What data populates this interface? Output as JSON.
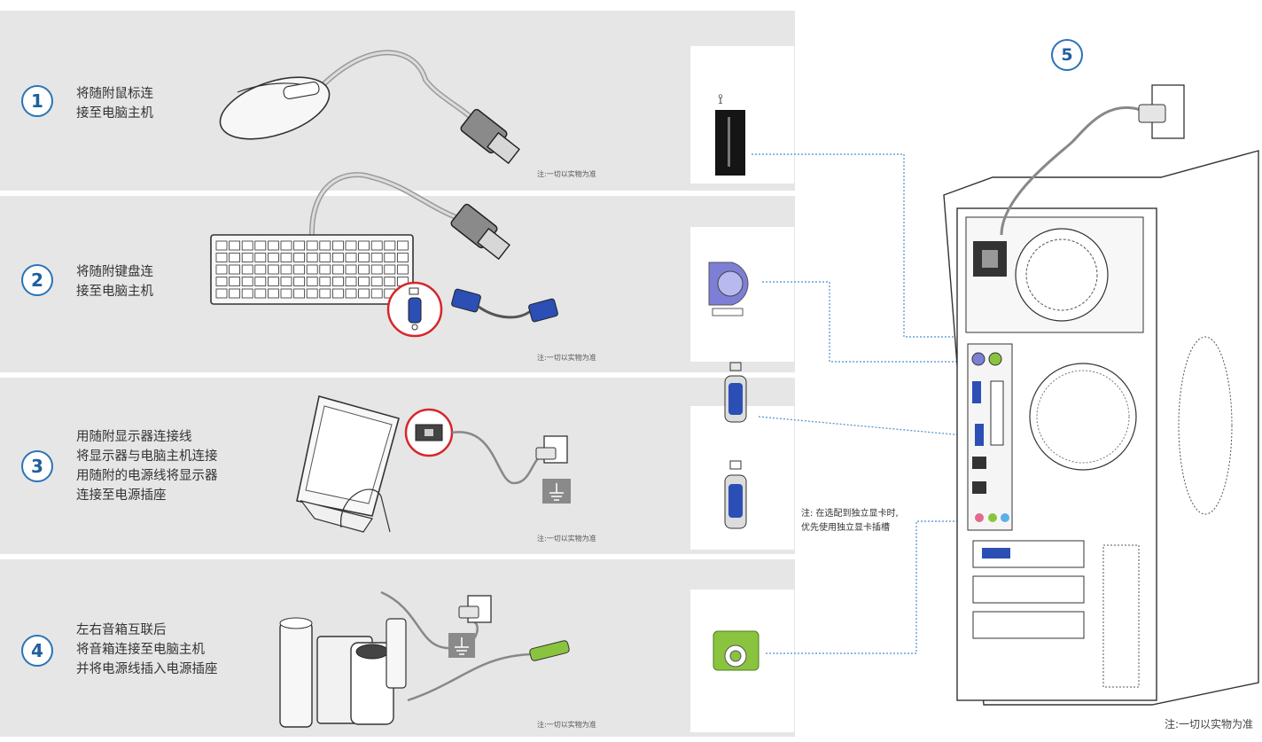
{
  "steps": [
    {
      "number": "1",
      "lines": [
        "将随附鼠标连",
        "接至电脑主机"
      ],
      "note": "注:一切以实物为准"
    },
    {
      "number": "2",
      "lines": [
        "将随附键盘连",
        "接至电脑主机"
      ],
      "note": "注:一切以实物为准"
    },
    {
      "number": "3",
      "lines": [
        "用随附显示器连接线",
        "将显示器与电脑主机连接",
        "用随附的电源线将显示器",
        "连接至电源插座"
      ],
      "note": "注:一切以实物为准"
    },
    {
      "number": "4",
      "lines": [
        "左右音箱互联后",
        "将音箱连接至电脑主机",
        "并将电源线插入电源插座"
      ],
      "note": "注:一切以实物为准"
    }
  ],
  "step5_number": "5",
  "gpu_note": [
    "注: 在选配到独立显卡时,",
    "优先使用独立显卡插槽"
  ],
  "footer_note": "注:一切以实物为准",
  "colors": {
    "panel": "#e6e6e6",
    "badge": "#2a73b8",
    "vga_blue": "#2b4fb5",
    "ps2_purple": "#7d7fd6",
    "audio_green": "#8ac43f",
    "red_circle": "#d6262b",
    "dotted": "#4a8fcf"
  }
}
